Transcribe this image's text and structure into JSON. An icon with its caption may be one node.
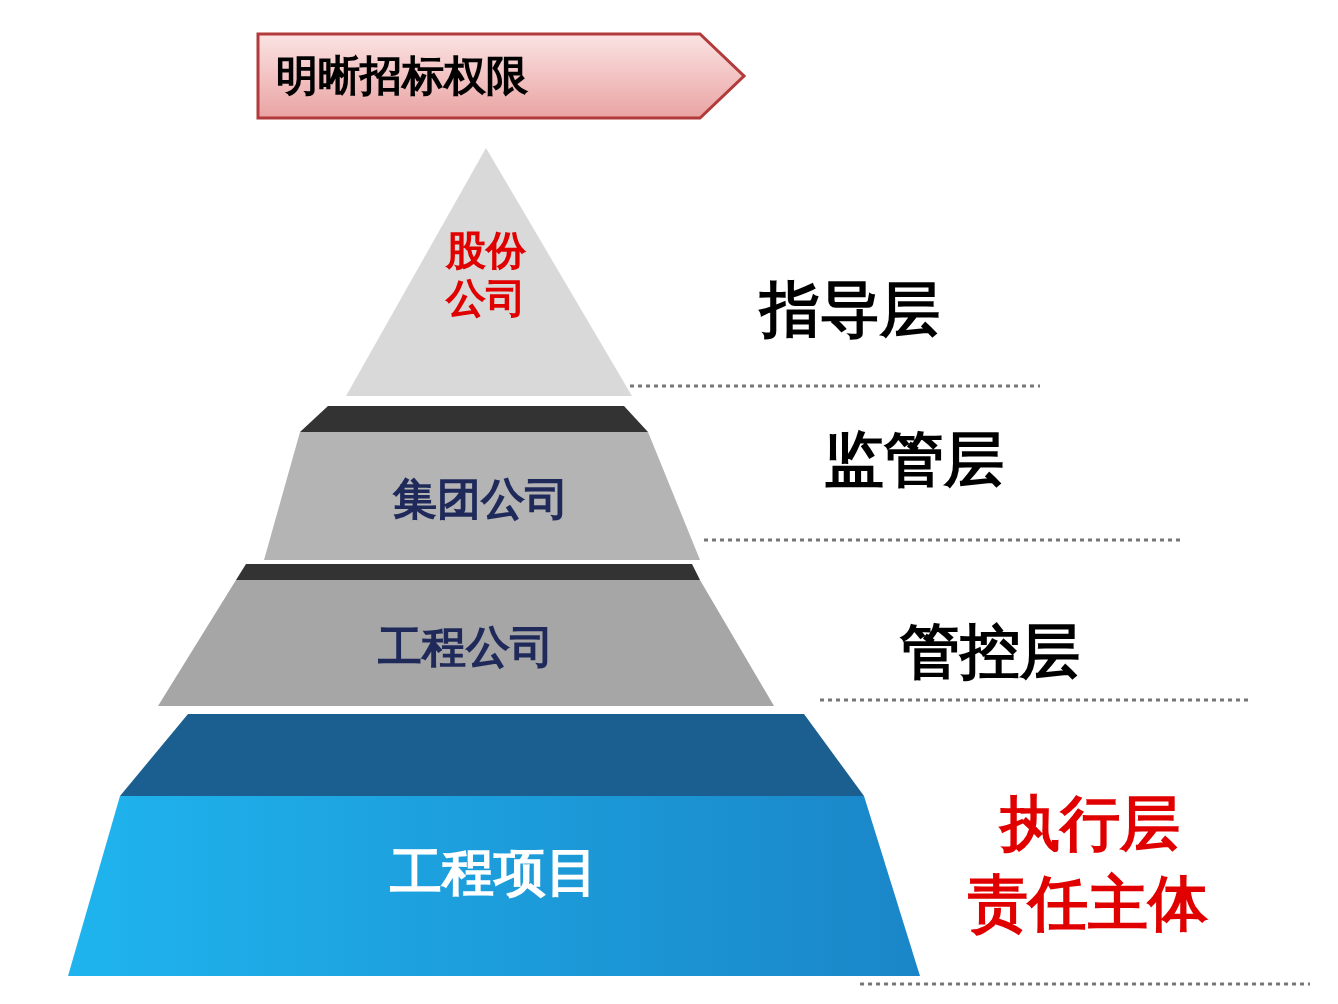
{
  "diagram": {
    "title": "明晰招标权限",
    "nodes": [
      {
        "text": [
          "股份公司"
        ],
        "beside": [
          "指导层"
        ]
      },
      {
        "text": [
          "集团公司"
        ],
        "beside": [
          "监管层"
        ]
      },
      {
        "text": [
          "工程公司"
        ]
      },
      {
        "text": [
          "工程项目"
        ],
        "beside": [
          "执行层",
          "责任主体"
        ]
      }
    ],
    "labels": [
      "管控层"
    ]
  }
}
